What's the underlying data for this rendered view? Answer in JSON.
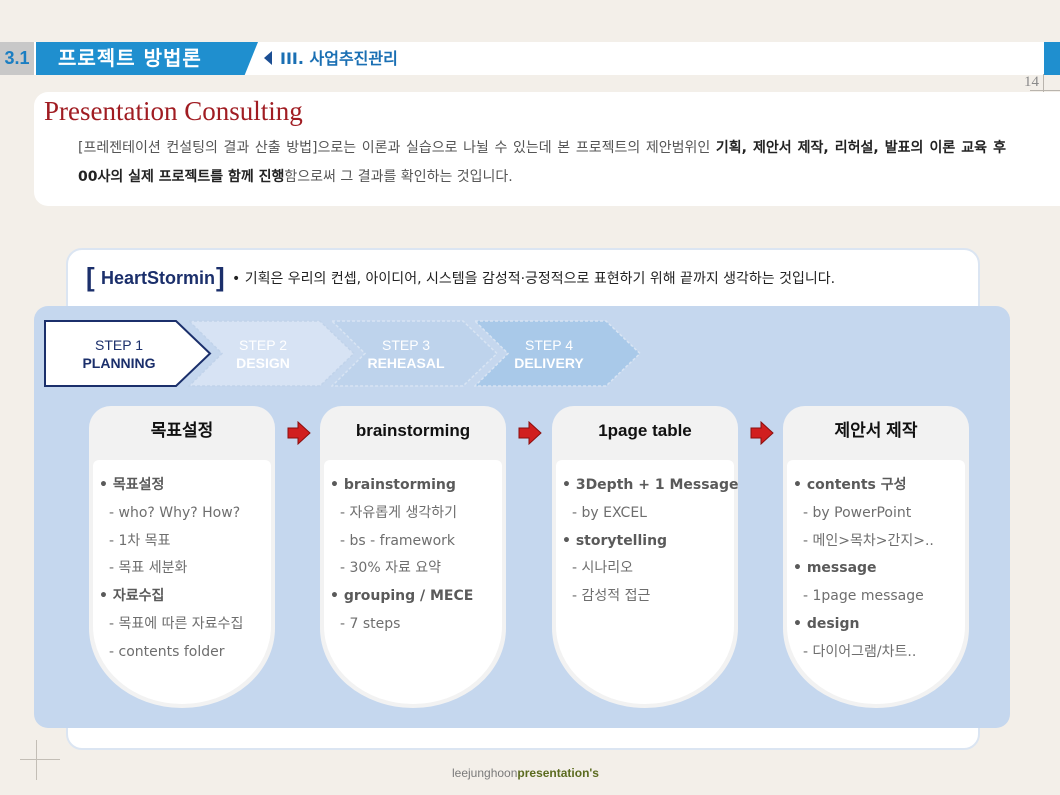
{
  "header": {
    "section_number": "3.1",
    "section_title": "프로젝트 방법론",
    "breadcrumb": "III. 사업추진관리",
    "page_number": "14",
    "accent_color": "#1f8fcf"
  },
  "intro": {
    "heading": "Presentation Consulting",
    "text_part1": "[프레젠테이션 컨설팅의 결과 산출 방법]으로는 이론과 실습으로 나뉠 수 있는데 본 프로젝트의 제안범위인 ",
    "text_bold1": "기획, 제안서 제작, 리허설, 발표의 이론 교육 후 00사의 실제 프로젝트를 함께 진행",
    "text_part2": "함으로써 그 결과를 확인하는 것입니다.",
    "heading_color": "#a01c22"
  },
  "heartstorm": {
    "bracket_open": "[",
    "bracket_close": "]",
    "title": "HeartStormin",
    "description": "• 기획은 우리의 컨셉, 아이디어, 시스템을 감성적·긍정적으로 표현하기 위해  끝까지 생각하는 것입니다."
  },
  "steps": [
    {
      "label": "STEP 1",
      "name": "PLANNING",
      "active": true
    },
    {
      "label": "STEP 2",
      "name": "DESIGN",
      "active": false
    },
    {
      "label": "STEP 3",
      "name": "REHEASAL",
      "active": false
    },
    {
      "label": "STEP 4",
      "name": "DELIVERY",
      "active": false
    }
  ],
  "columns": [
    {
      "title": "목표설정",
      "items": [
        {
          "text": "• 목표설정",
          "bold": true
        },
        {
          "text": "- who? Why? How?",
          "bold": false
        },
        {
          "text": "- 1차 목표",
          "bold": false
        },
        {
          "text": "- 목표 세분화",
          "bold": false
        },
        {
          "text": "• 자료수집",
          "bold": true
        },
        {
          "text": "- 목표에 따른 자료수집",
          "bold": false
        },
        {
          "text": "- contents folder",
          "bold": false
        }
      ]
    },
    {
      "title": "brainstorming",
      "items": [
        {
          "text": "• brainstorming",
          "bold": true
        },
        {
          "text": "- 자유롭게 생각하기",
          "bold": false
        },
        {
          "text": "- bs - framework",
          "bold": false
        },
        {
          "text": "- 30%  자료 요약",
          "bold": false
        },
        {
          "text": "• grouping / MECE",
          "bold": true
        },
        {
          "text": "- 7 steps",
          "bold": false
        }
      ]
    },
    {
      "title": "1page table",
      "items": [
        {
          "text": "• 3Depth + 1 Message",
          "bold": true
        },
        {
          "text": "- by EXCEL",
          "bold": false
        },
        {
          "text": "• storytelling",
          "bold": true
        },
        {
          "text": "- 시나리오",
          "bold": false
        },
        {
          "text": "- 감성적 접근",
          "bold": false
        }
      ]
    },
    {
      "title": "제안서 제작",
      "items": [
        {
          "text": "• contents 구성",
          "bold": true
        },
        {
          "text": "- by PowerPoint",
          "bold": false
        },
        {
          "text": "- 메인>목차>간지>..",
          "bold": false
        },
        {
          "text": "• message",
          "bold": true
        },
        {
          "text": "- 1page message",
          "bold": false
        },
        {
          "text": "• design",
          "bold": true
        },
        {
          "text": "- 다이어그램/차트..",
          "bold": false
        }
      ]
    }
  ],
  "footer": {
    "author": "leejunghoon",
    "brand": "presentation's"
  }
}
